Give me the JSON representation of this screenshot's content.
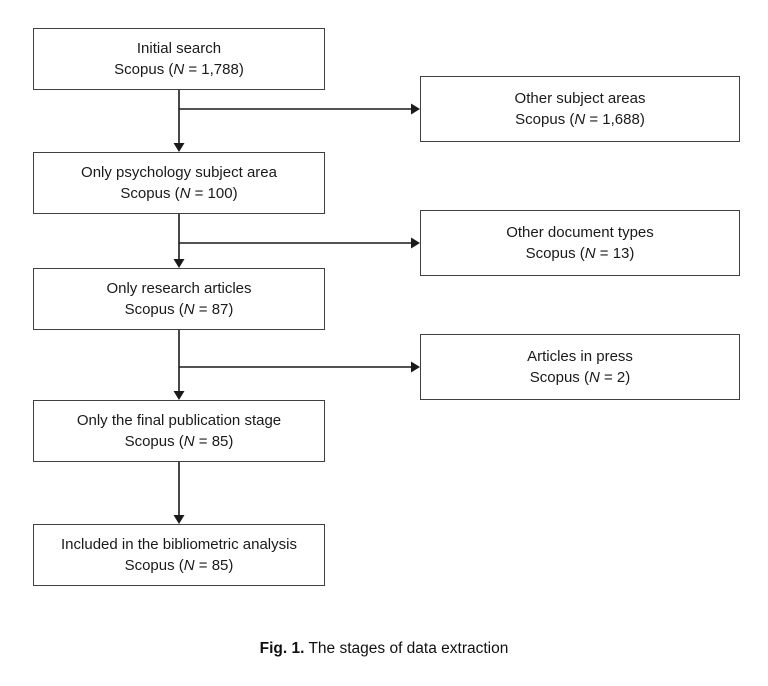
{
  "figure": {
    "caption_label": "Fig. 1.",
    "caption_text": " The stages of data extraction"
  },
  "colors": {
    "background": "#ffffff",
    "box_border": "#404040",
    "text": "#1a1a1a",
    "arrow": "#1a1a1a"
  },
  "flow": {
    "main": [
      {
        "title": "Initial search",
        "count_prefix": "Scopus (",
        "count_var": "N",
        "count_suffix": " = 1,788)"
      },
      {
        "title": "Only psychology subject area",
        "count_prefix": "Scopus (",
        "count_var": "N",
        "count_suffix": " = 100)"
      },
      {
        "title": "Only research articles",
        "count_prefix": "Scopus (",
        "count_var": "N",
        "count_suffix": " = 87)"
      },
      {
        "title": "Only the final publication stage",
        "count_prefix": "Scopus (",
        "count_var": "N",
        "count_suffix": " = 85)"
      },
      {
        "title": "Included in the bibliometric analysis",
        "count_prefix": "Scopus (",
        "count_var": "N",
        "count_suffix": " = 85)"
      }
    ],
    "excluded": [
      {
        "title": "Other subject areas",
        "count_prefix": "Scopus (",
        "count_var": "N",
        "count_suffix": " = 1,688)"
      },
      {
        "title": "Other document types",
        "count_prefix": "Scopus (",
        "count_var": "N",
        "count_suffix": " = 13)"
      },
      {
        "title": "Articles in press",
        "count_prefix": "Scopus (",
        "count_var": "N",
        "count_suffix": " = 2)"
      }
    ]
  }
}
